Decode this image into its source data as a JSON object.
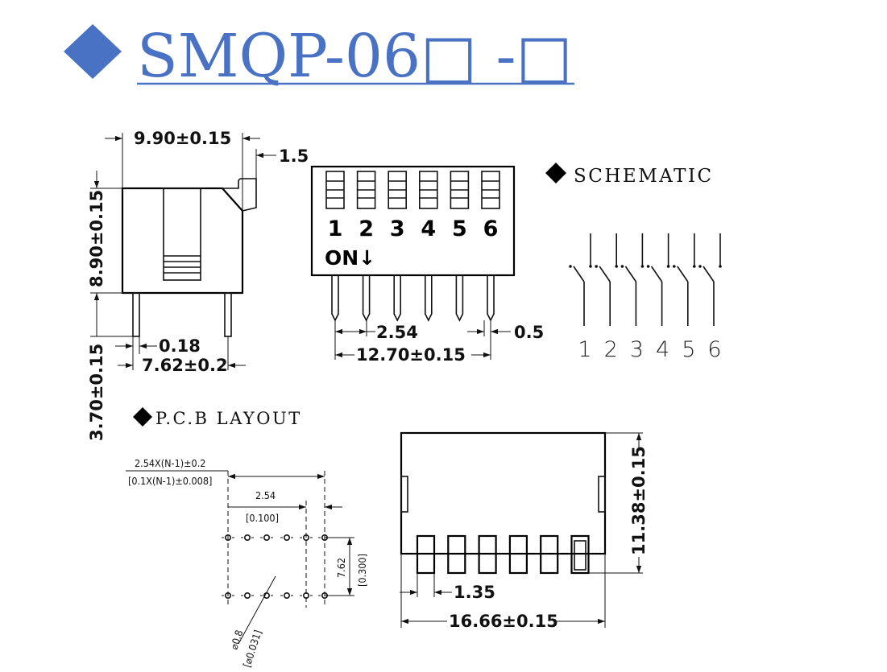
{
  "header": {
    "title": "SMQP-06□ -□",
    "title_color": "#4a72c4",
    "bullet_color": "#4a72c4"
  },
  "side_view": {
    "width_dim": "9.90±0.15",
    "actuator_dim": "1.5",
    "height_dim": "8.90±0.15",
    "pin_length_dim": "3.70±0.15",
    "pin_width_dim": "0.18",
    "row_spacing_dim": "7.62±0.2"
  },
  "top_view": {
    "switch_numbers": [
      "1",
      "2",
      "3",
      "4",
      "5",
      "6"
    ],
    "on_label": "ON↓",
    "pitch_dim": "2.54",
    "pin_thickness_dim": "0.5",
    "span_dim": "12.70±0.15"
  },
  "schematic": {
    "heading": "SCHEMATIC",
    "numbers": [
      "1",
      "2",
      "3",
      "4",
      "5",
      "6"
    ]
  },
  "pcb_layout": {
    "heading": "P.C.B LAYOUT",
    "span_formula_mm": "2.54X(N-1)±0.2",
    "span_formula_in": "[0.1X(N-1)±0.008]",
    "pitch_mm": "2.54",
    "pitch_in": "[0.100]",
    "row_spacing_mm": "7.62",
    "row_spacing_in": "[0.300]",
    "hole_mm": "⌀0.8",
    "hole_in": "[⌀0.031]"
  },
  "front_view": {
    "height_dim": "11.38±0.15",
    "actuator_width_dim": "1.35",
    "length_dim": "16.66±0.15"
  }
}
